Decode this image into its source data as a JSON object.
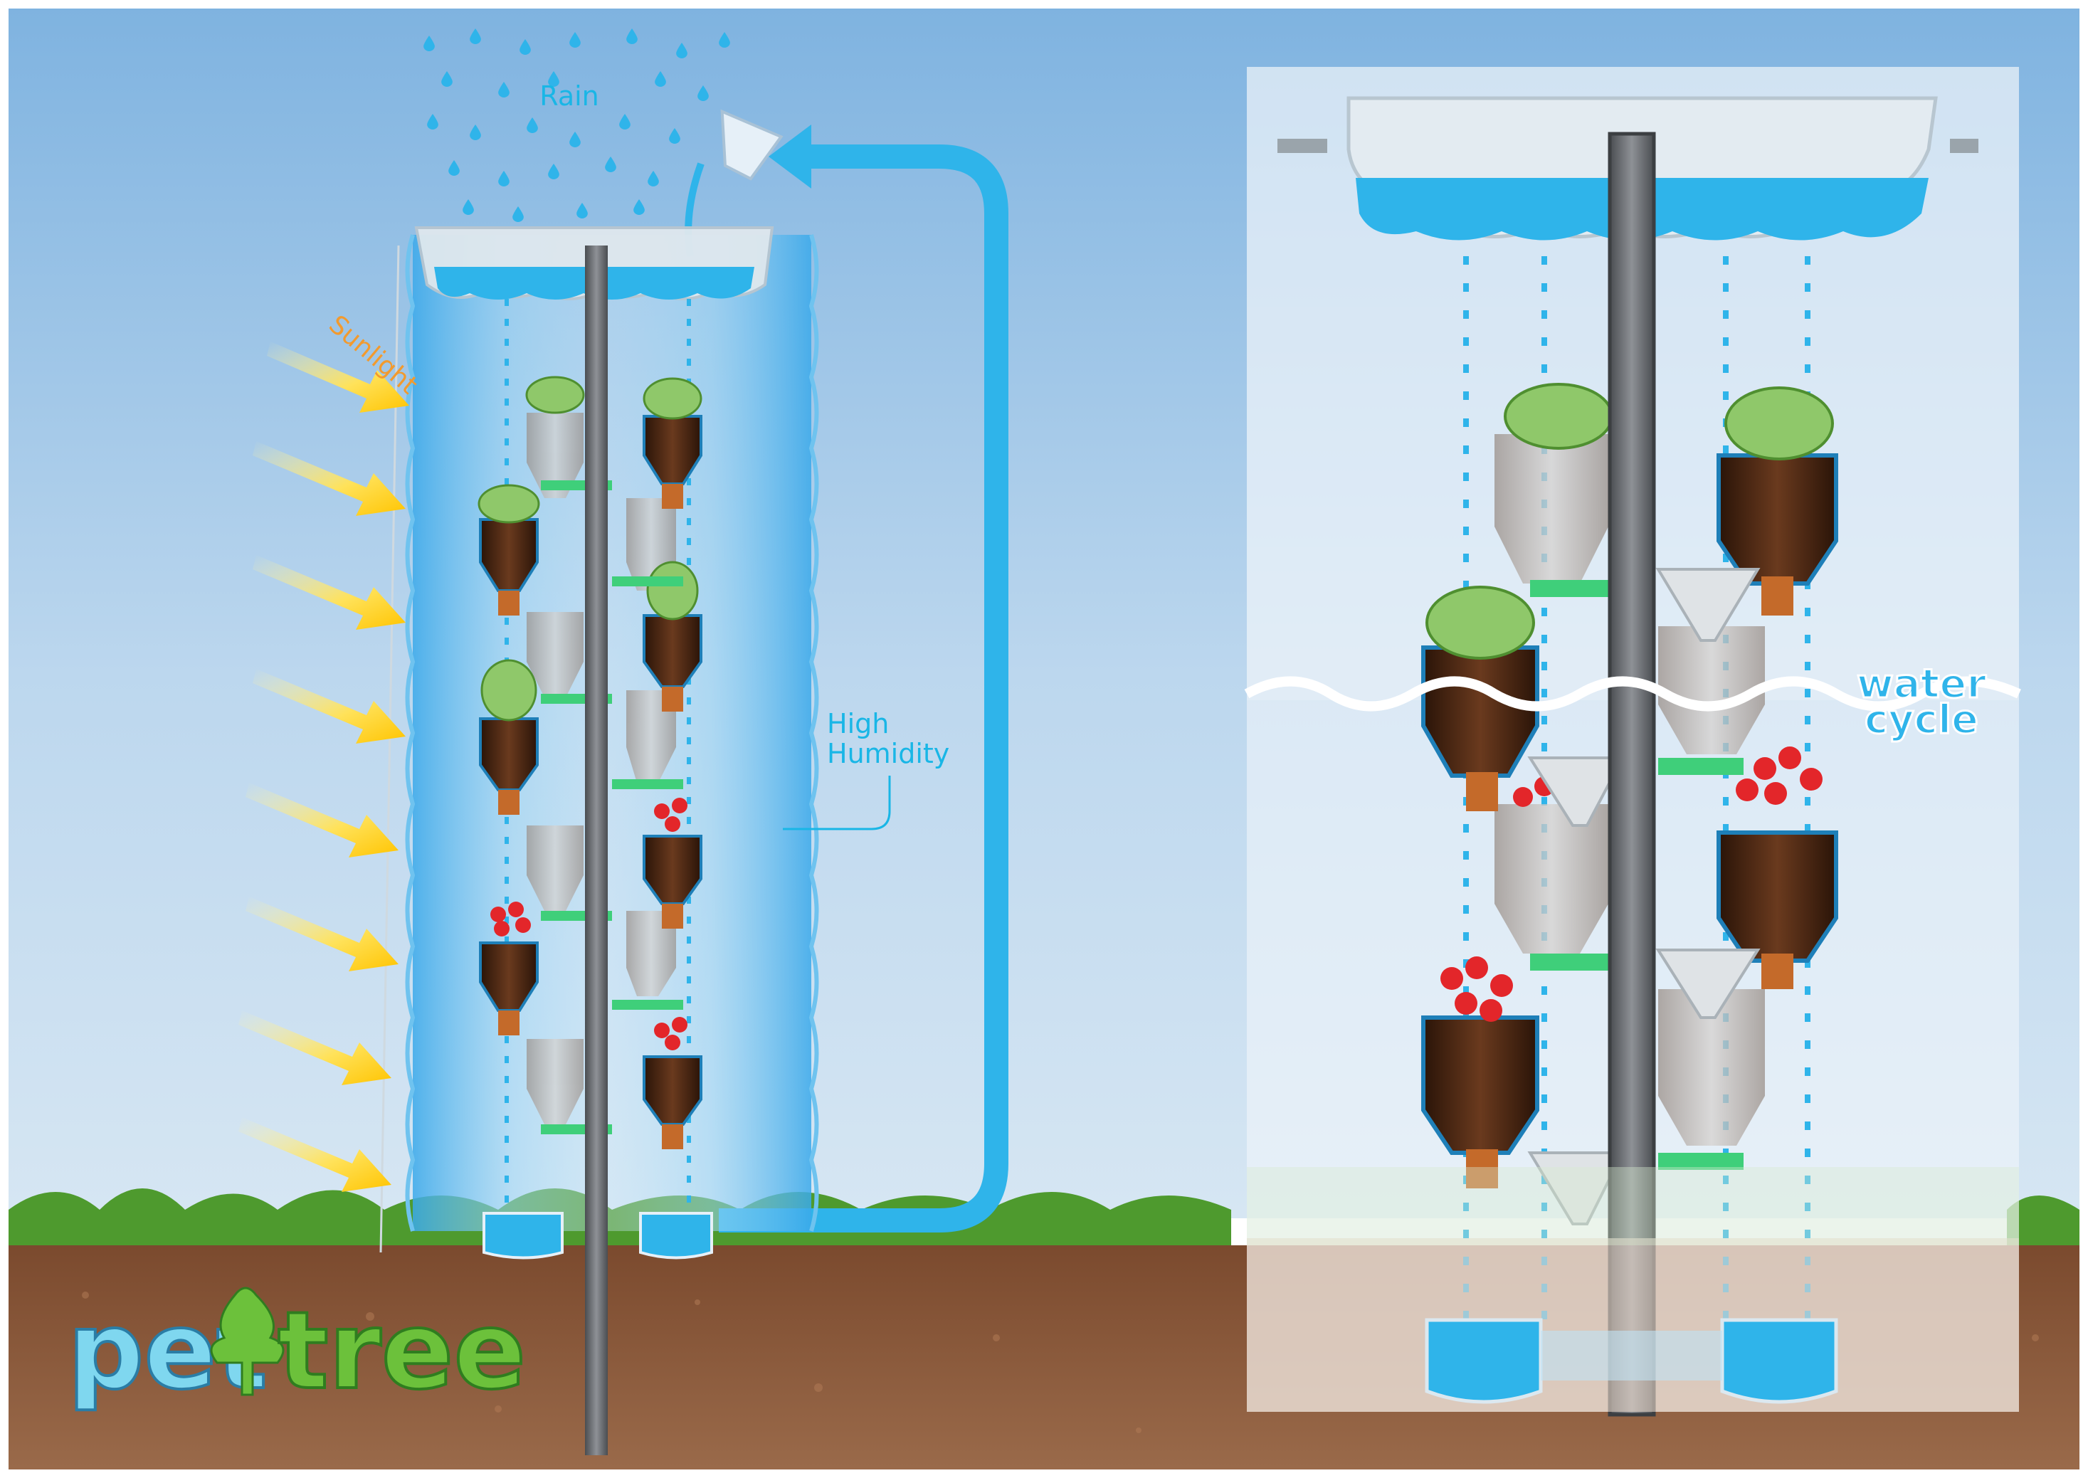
{
  "labels": {
    "rain": "Rain",
    "sunlight": "Sunlight",
    "high_humidity_line1": "High",
    "high_humidity_line2": "Humidity",
    "water_cycle_line1": "water",
    "water_cycle_line2": "cycle"
  },
  "logo": {
    "part1": "pet",
    "part2": "tree"
  },
  "colors": {
    "sky_top": "#8fbde3",
    "sky_bottom": "#c9dff0",
    "water": "#2fb4ea",
    "accent_cyan": "#19b6e6",
    "grass": "#4e9a2e",
    "soil": "#8a5a3b",
    "pole": "#6c6f73",
    "bracket": "#3fcf7a",
    "sun_arrow": "#ffd21a",
    "logo_green": "#6cc13b"
  }
}
